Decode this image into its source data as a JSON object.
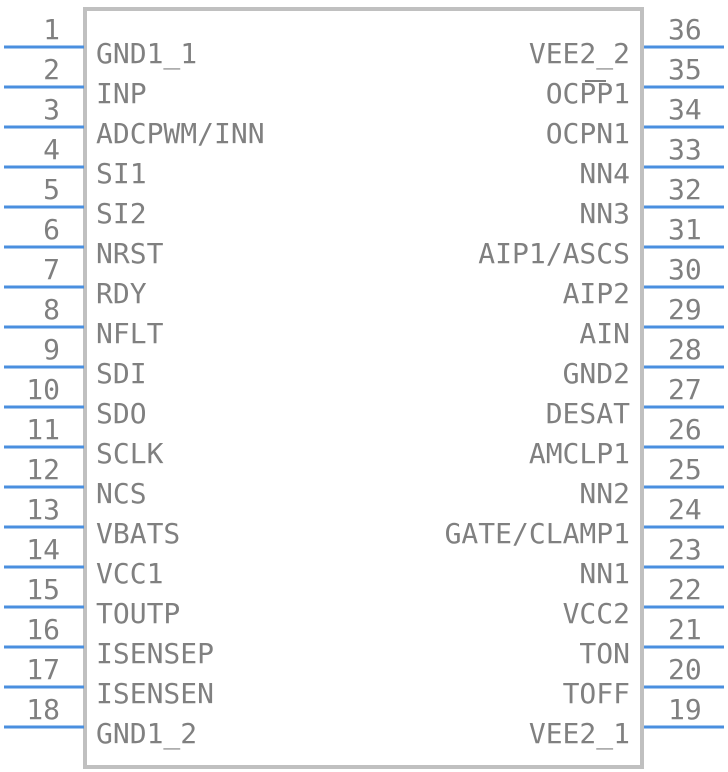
{
  "colors": {
    "body_outline": "#c0c0c0",
    "pin_line": "#4a8fdf",
    "text": "#808080",
    "background": "#ffffff"
  },
  "pins_left": [
    {
      "num": "1",
      "name": "GND1_1"
    },
    {
      "num": "2",
      "name": "INP"
    },
    {
      "num": "3",
      "name": "ADCPWM/INN"
    },
    {
      "num": "4",
      "name": "SI1"
    },
    {
      "num": "5",
      "name": "SI2"
    },
    {
      "num": "6",
      "name": "NRST"
    },
    {
      "num": "7",
      "name": "RDY"
    },
    {
      "num": "8",
      "name": "NFLT"
    },
    {
      "num": "9",
      "name": "SDI"
    },
    {
      "num": "10",
      "name": "SDO"
    },
    {
      "num": "11",
      "name": "SCLK"
    },
    {
      "num": "12",
      "name": "NCS"
    },
    {
      "num": "13",
      "name": "VBATS"
    },
    {
      "num": "14",
      "name": "VCC1"
    },
    {
      "num": "15",
      "name": "TOUTP"
    },
    {
      "num": "16",
      "name": "ISENSEP"
    },
    {
      "num": "17",
      "name": "ISENSEN"
    },
    {
      "num": "18",
      "name": "GND1_2"
    }
  ],
  "pins_right": [
    {
      "num": "36",
      "name": "VEE2_2"
    },
    {
      "num": "35",
      "name": "OCPP1"
    },
    {
      "num": "34",
      "name": "OCPN1"
    },
    {
      "num": "33",
      "name": "NN4"
    },
    {
      "num": "32",
      "name": "NN3"
    },
    {
      "num": "31",
      "name": "AIP1/ASCS"
    },
    {
      "num": "30",
      "name": "AIP2"
    },
    {
      "num": "29",
      "name": "AIN"
    },
    {
      "num": "28",
      "name": "GND2"
    },
    {
      "num": "27",
      "name": "DESAT"
    },
    {
      "num": "26",
      "name": "AMCLP1"
    },
    {
      "num": "25",
      "name": "NN2"
    },
    {
      "num": "24",
      "name": "GATE/CLAMP1"
    },
    {
      "num": "23",
      "name": "NN1"
    },
    {
      "num": "22",
      "name": "VCC2"
    },
    {
      "num": "21",
      "name": "TON"
    },
    {
      "num": "20",
      "name": "TOFF"
    },
    {
      "num": "19",
      "name": "VEE2_1"
    }
  ]
}
